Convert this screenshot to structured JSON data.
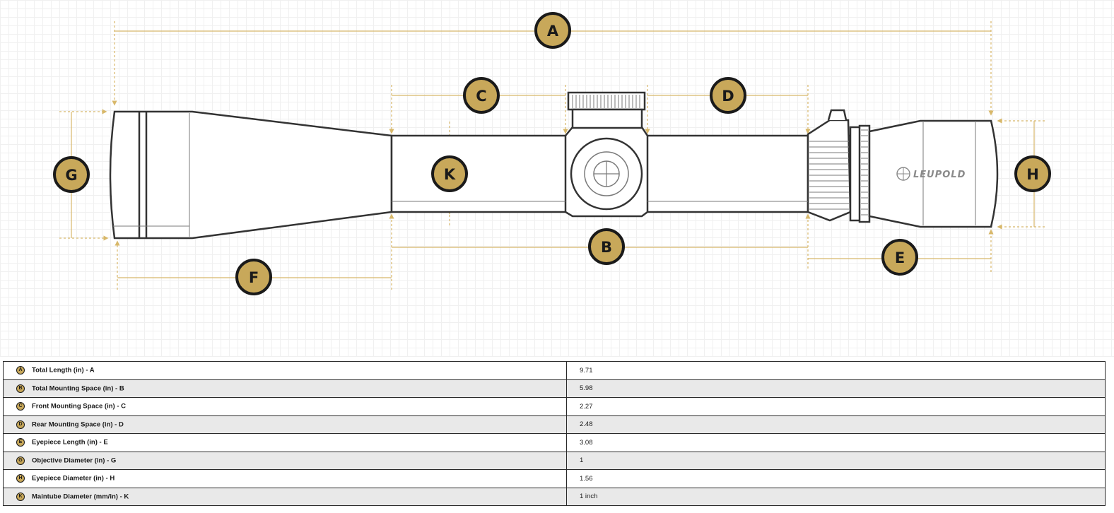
{
  "diagram": {
    "brand": "LEUPOLD",
    "badges": [
      "A",
      "C",
      "D",
      "G",
      "K",
      "H",
      "B",
      "E",
      "F"
    ],
    "colors": {
      "accent": "#c8a85a",
      "outline": "#333333",
      "dim_line": "#d8b86a"
    }
  },
  "specs": [
    {
      "badge": "A",
      "label": "Total Length (in) - A",
      "value": "9.71"
    },
    {
      "badge": "B",
      "label": "Total Mounting Space (in) - B",
      "value": "5.98"
    },
    {
      "badge": "C",
      "label": "Front Mounting Space (in) - C",
      "value": "2.27"
    },
    {
      "badge": "D",
      "label": "Rear Mounting Space (in) - D",
      "value": "2.48"
    },
    {
      "badge": "E",
      "label": "Eyepiece Length (in) - E",
      "value": "3.08"
    },
    {
      "badge": "G",
      "label": "Objective Diameter (in) - G",
      "value": "1"
    },
    {
      "badge": "H",
      "label": "Eyepiece Diameter (in) - H",
      "value": "1.56"
    },
    {
      "badge": "K",
      "label": "Maintube Diameter (mm/in) - K",
      "value": "1 inch"
    }
  ]
}
